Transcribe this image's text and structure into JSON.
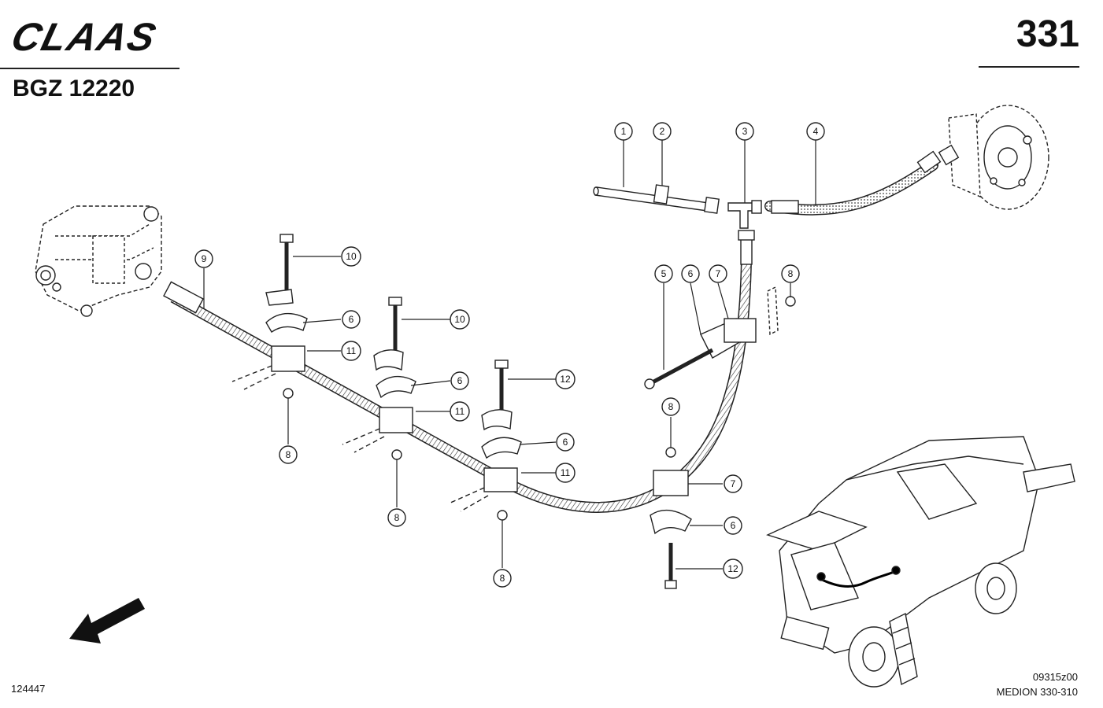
{
  "header": {
    "brand": "CLAAS",
    "page_number": "331",
    "group_code": "BGZ 12220"
  },
  "footer": {
    "left_code": "124447",
    "drawing_code": "09315z00",
    "model": "MEDION 330-310"
  },
  "callouts": [
    {
      "id": "c1",
      "label": "1"
    },
    {
      "id": "c2",
      "label": "2"
    },
    {
      "id": "c3",
      "label": "3"
    },
    {
      "id": "c4",
      "label": "4"
    },
    {
      "id": "c5",
      "label": "5"
    },
    {
      "id": "c6a",
      "label": "6"
    },
    {
      "id": "c7a",
      "label": "7"
    },
    {
      "id": "c8a",
      "label": "8"
    },
    {
      "id": "c9",
      "label": "9"
    },
    {
      "id": "c10a",
      "label": "10"
    },
    {
      "id": "c6b",
      "label": "6"
    },
    {
      "id": "c11a",
      "label": "11"
    },
    {
      "id": "c10b",
      "label": "10"
    },
    {
      "id": "c6c",
      "label": "6"
    },
    {
      "id": "c12a",
      "label": "12"
    },
    {
      "id": "c11b",
      "label": "11"
    },
    {
      "id": "c6d",
      "label": "6"
    },
    {
      "id": "c11c",
      "label": "11"
    },
    {
      "id": "c8b",
      "label": "8"
    },
    {
      "id": "c8c",
      "label": "8"
    },
    {
      "id": "c8d",
      "label": "8"
    },
    {
      "id": "c8e",
      "label": "8"
    },
    {
      "id": "c7b",
      "label": "7"
    },
    {
      "id": "c6e",
      "label": "6"
    },
    {
      "id": "c12b",
      "label": "12"
    }
  ]
}
